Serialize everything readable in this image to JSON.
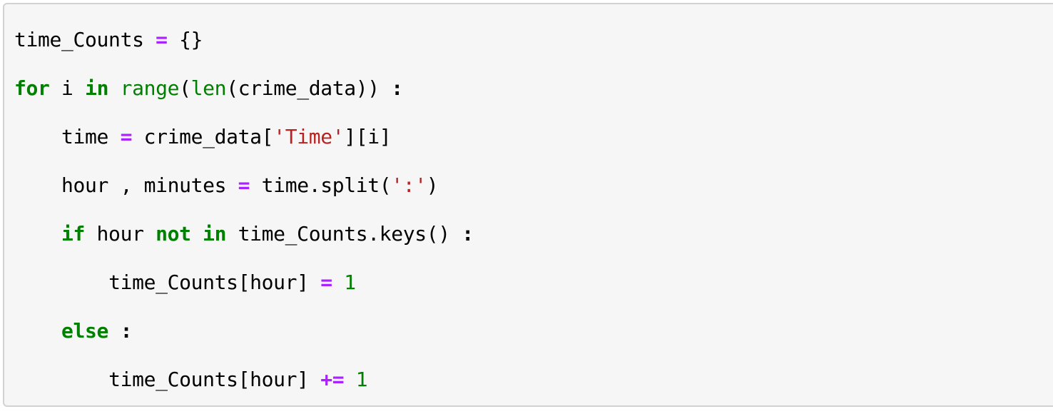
{
  "code_block": {
    "language": "python",
    "background_color": "#f6f6f6",
    "border_color": "#d2d2d2",
    "colors": {
      "plain": "#000000",
      "keyword": "#008000",
      "builtin": "#008000",
      "operator": "#aa22ff",
      "string": "#ba2121",
      "number": "#008000"
    },
    "lines": [
      {
        "indent": 0,
        "tokens": [
          {
            "t": "plain",
            "v": "time_Counts "
          },
          {
            "t": "op",
            "v": "="
          },
          {
            "t": "plain",
            "v": " {}"
          }
        ]
      },
      {
        "indent": 0,
        "tokens": [
          {
            "t": "kw",
            "v": "for"
          },
          {
            "t": "plain",
            "v": " i "
          },
          {
            "t": "kw",
            "v": "in"
          },
          {
            "t": "plain",
            "v": " "
          },
          {
            "t": "builtin",
            "v": "range"
          },
          {
            "t": "plain",
            "v": "("
          },
          {
            "t": "builtin",
            "v": "len"
          },
          {
            "t": "plain",
            "v": "(crime_data)) "
          },
          {
            "t": "punct",
            "v": ":"
          }
        ]
      },
      {
        "indent": 4,
        "tokens": [
          {
            "t": "plain",
            "v": "time "
          },
          {
            "t": "op",
            "v": "="
          },
          {
            "t": "plain",
            "v": " crime_data["
          },
          {
            "t": "str",
            "v": "'Time'"
          },
          {
            "t": "plain",
            "v": "][i]"
          }
        ]
      },
      {
        "indent": 4,
        "tokens": [
          {
            "t": "plain",
            "v": "hour , minutes "
          },
          {
            "t": "op",
            "v": "="
          },
          {
            "t": "plain",
            "v": " time.split("
          },
          {
            "t": "str",
            "v": "':'"
          },
          {
            "t": "plain",
            "v": ")"
          }
        ]
      },
      {
        "indent": 4,
        "tokens": [
          {
            "t": "kw",
            "v": "if"
          },
          {
            "t": "plain",
            "v": " hour "
          },
          {
            "t": "kw",
            "v": "not in"
          },
          {
            "t": "plain",
            "v": " time_Counts.keys() "
          },
          {
            "t": "punct",
            "v": ":"
          }
        ]
      },
      {
        "indent": 8,
        "tokens": [
          {
            "t": "plain",
            "v": "time_Counts[hour] "
          },
          {
            "t": "op",
            "v": "="
          },
          {
            "t": "plain",
            "v": " "
          },
          {
            "t": "num",
            "v": "1"
          }
        ]
      },
      {
        "indent": 4,
        "tokens": [
          {
            "t": "kw",
            "v": "else"
          },
          {
            "t": "plain",
            "v": " "
          },
          {
            "t": "punct",
            "v": ":"
          }
        ]
      },
      {
        "indent": 8,
        "tokens": [
          {
            "t": "plain",
            "v": "time_Counts[hour] "
          },
          {
            "t": "op",
            "v": "+="
          },
          {
            "t": "plain",
            "v": " "
          },
          {
            "t": "num",
            "v": "1"
          }
        ]
      }
    ],
    "plain_text": "time_Counts = {}\nfor i in range(len(crime_data)) :\n    time = crime_data['Time'][i]\n    hour , minutes = time.split(':')\n    if hour not in time_Counts.keys() :\n        time_Counts[hour] = 1\n    else :\n        time_Counts[hour] += 1"
  }
}
